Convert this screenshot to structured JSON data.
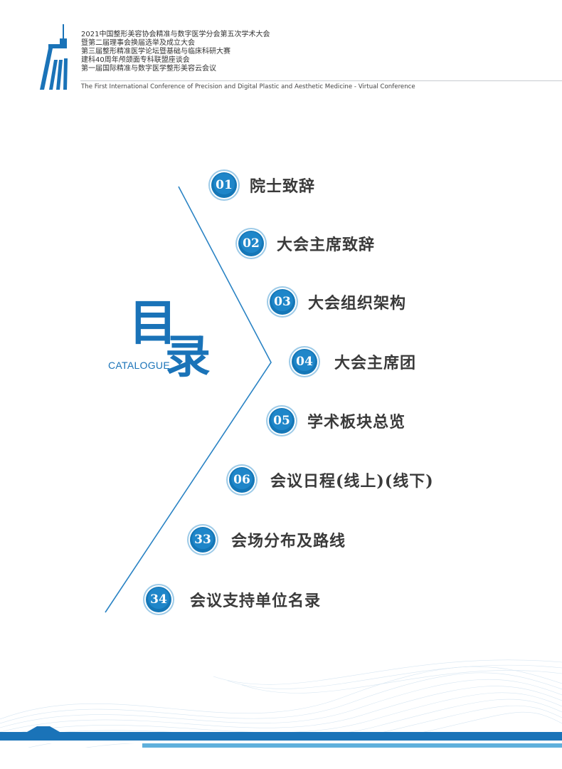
{
  "header": {
    "lines": [
      "2021中国整形美容协会精准与数字医学分会第五次学术大会",
      "暨第二届理事会换届选举及成立大会",
      "第三届整形精准医学论坛暨基础与临床科研大赛",
      "建科40周年颅颌面专科联盟座谈会",
      "第一届国际精准与数字医学整形美容云会议"
    ],
    "english": "The First International Conference of Precision and Digital Plastic and Aesthetic Medicine - Virtual Conference"
  },
  "title": {
    "char1": "目",
    "char2": "录",
    "subtitle": "CATALOGUE"
  },
  "toc": [
    {
      "num": "01",
      "label": "院士致辞"
    },
    {
      "num": "02",
      "label": "大会主席致辞"
    },
    {
      "num": "03",
      "label": "大会组织架构"
    },
    {
      "num": "04",
      "label": "大会主席团"
    },
    {
      "num": "05",
      "label": "学术板块总览"
    },
    {
      "num": "06",
      "label": "会议日程(线上)(线下)"
    },
    {
      "num": "33",
      "label": "会场分布及路线"
    },
    {
      "num": "34",
      "label": "会议支持单位名录"
    }
  ],
  "colors": {
    "brand_blue": "#1a73b8",
    "badge_blue": "#1f86c9",
    "text_dark": "#3a3a3a"
  },
  "icons": {
    "logo": "tower-logo-icon"
  }
}
